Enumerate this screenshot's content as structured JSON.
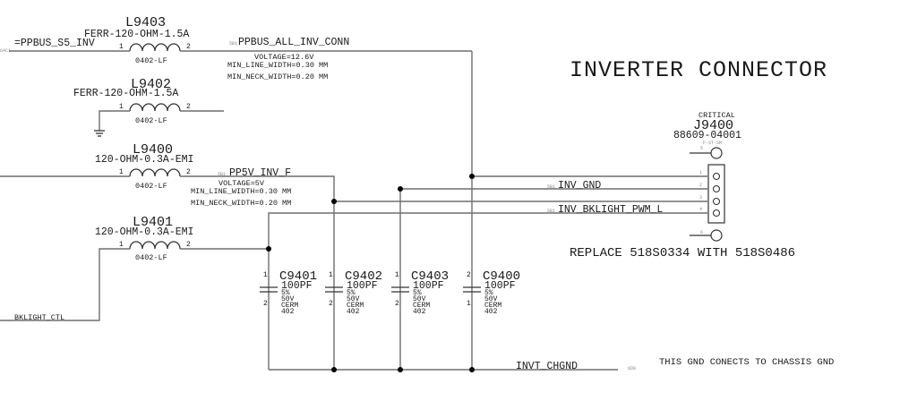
{
  "title": "INVERTER CONNECTOR",
  "inductors": [
    {
      "ref": "L9403",
      "value": "FERR-120-OHM-1.5A",
      "package": "0402-LF",
      "pin1": "1",
      "pin2": "2"
    },
    {
      "ref": "L9402",
      "value": "FERR-120-OHM-1.5A",
      "package": "0402-LF",
      "pin1": "1",
      "pin2": "2"
    },
    {
      "ref": "L9400",
      "value": "120-OHM-0.3A-EMI",
      "package": "0402-LF",
      "pin1": "1",
      "pin2": "2"
    },
    {
      "ref": "L9401",
      "value": "120-OHM-0.3A-EMI",
      "package": "0402-LF",
      "pin1": "1",
      "pin2": "2"
    }
  ],
  "nets": {
    "ppbus_s5": {
      "name": "=PPBUS_S5_INV",
      "page_ref": "64C1"
    },
    "ppbus_all": {
      "name": "PPBUS_ALL_INV_CONN",
      "tag": "5B1",
      "voltage": "VOLTAGE=12.6V",
      "min_line": "MIN_LINE_WIDTH=0.30 MM",
      "min_neck": "MIN_NECK_WIDTH=0.20 MM"
    },
    "pp5v": {
      "name": "PP5V_INV_F",
      "tag": "5B1",
      "voltage": "VOLTAGE=5V",
      "min_line": "MIN_LINE_WIDTH=0.30 MM",
      "min_neck": "MIN_NECK_WIDTH=0.20 MM"
    },
    "inv_gnd": {
      "name": "INV_GND",
      "tag": "5B1"
    },
    "pwm": {
      "name": "INV_BKLIGHT_PWM_L",
      "tag": "5B1"
    },
    "bklight": {
      "name": "BKLIGHT_CTL"
    },
    "chgnd": {
      "name": "INVT_CHGND",
      "tag": "6D8"
    }
  },
  "capacitors": [
    {
      "ref": "C9401",
      "value": "100PF",
      "tol": "5%",
      "volt": "50V",
      "type": "CERM",
      "pkg": "402",
      "top_pin": "1",
      "bot_pin": "2"
    },
    {
      "ref": "C9402",
      "value": "100PF",
      "tol": "5%",
      "volt": "50V",
      "type": "CERM",
      "pkg": "402",
      "top_pin": "1",
      "bot_pin": "2"
    },
    {
      "ref": "C9403",
      "value": "100PF",
      "tol": "5%",
      "volt": "50V",
      "type": "CERM",
      "pkg": "402",
      "top_pin": "1",
      "bot_pin": "2"
    },
    {
      "ref": "C9400",
      "value": "100PF",
      "tol": "5%",
      "volt": "50V",
      "type": "CERM",
      "pkg": "402",
      "top_pin": "2",
      "bot_pin": "1"
    }
  ],
  "connector": {
    "critical": "CRITICAL",
    "ref": "J9400",
    "part": "88609-04001",
    "footprint": "F-ST-SM",
    "pins": [
      "1",
      "2",
      "3",
      "4"
    ],
    "mount_pins": [
      "5",
      "6"
    ]
  },
  "notes": {
    "replace": "REPLACE 518S0334 WITH 518S0486",
    "chassis": "THIS GND CONECTS TO CHASSIS GND"
  }
}
